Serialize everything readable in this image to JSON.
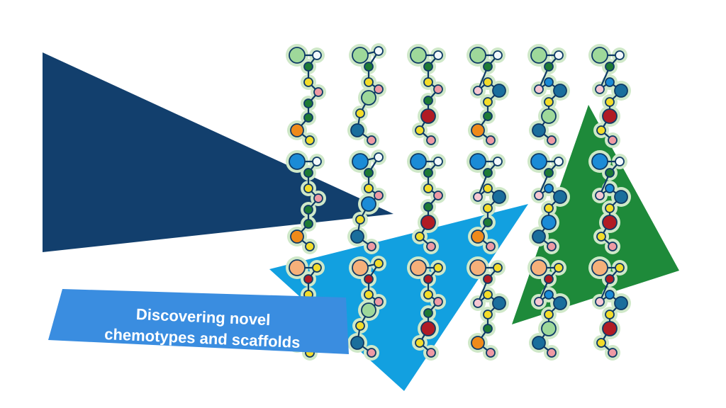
{
  "banner": {
    "line1": "Discovering novel",
    "line2": "chemotypes and scaffolds"
  },
  "colors": {
    "navy": "#123f6d",
    "sky": "#12a0e0",
    "forest": "#1e8a3a",
    "banner": "#3a8de0",
    "bond": "#0e3a66",
    "halo": "#cfe8c8",
    "halo_edge": "#9fcf9a",
    "atom_light_green": "#9ed89a",
    "atom_white": "#f2f8fb",
    "atom_dark_green": "#1e7a35",
    "atom_yellow": "#f3dc2a",
    "atom_pink": "#ee9aa4",
    "atom_light_pink": "#f6c7d2",
    "atom_orange": "#ef8a1a",
    "atom_teal": "#1a6e9c",
    "atom_blue": "#1b8bd6",
    "atom_red": "#b01c24",
    "atom_peach": "#f6b07a"
  },
  "decor": {
    "molecule_columns": 6,
    "molecule_rows": 3
  }
}
